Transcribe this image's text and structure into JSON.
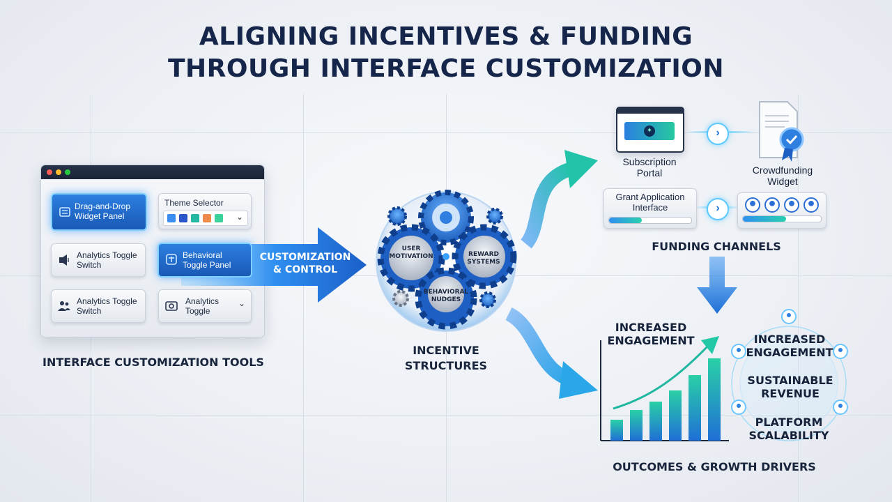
{
  "title": {
    "line1": "ALIGNING INCENTIVES & FUNDING",
    "line2": "THROUGH INTERFACE CUSTOMIZATION"
  },
  "tools": {
    "caption": "INTERFACE CUSTOMIZATION TOOLS",
    "drag_drop": "Drag-and-Drop Widget Panel",
    "theme_selector": "Theme Selector",
    "theme_swatches": [
      "#3b8ef0",
      "#2b56c9",
      "#22b8a2",
      "#f08a4b",
      "#3ad19a"
    ],
    "analytics1": "Analytics Toggle Switch",
    "behavioral": "Behavioral Toggle Panel",
    "analytics2": "Analytics Toggle Switch",
    "analytics3": "Analytics Toggle"
  },
  "flow_arrow": {
    "label": "CUSTOMIZATION & CONTROL"
  },
  "incentives": {
    "caption": "INCENTIVE STRUCTURES",
    "user_motivation": "USER MOTIVATION",
    "reward_systems": "REWARD SYSTEMS",
    "behavioral_nudges": "BEHAVIORAL NUDGES"
  },
  "funding": {
    "caption": "FUNDING CHANNELS",
    "subscription": "Subscription Portal",
    "crowdfunding": "Crowdfunding Widget",
    "grant": "Grant Application Interface"
  },
  "outcomes": {
    "caption": "OUTCOMES & GROWTH DRIVERS",
    "chart_label": "INCREASED ENGAGEMENT",
    "list": [
      "INCREASED ENGAGEMENT",
      "SUSTAINABLE REVENUE",
      "PLATFORM SCALABILITY"
    ]
  },
  "colors": {
    "accent_blue": "#1f6fd6",
    "accent_teal": "#21c4a8",
    "dark_navy": "#15264a"
  }
}
